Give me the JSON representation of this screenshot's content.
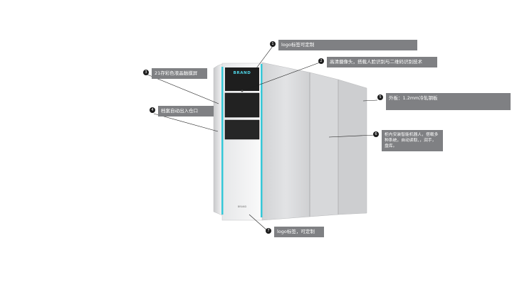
{
  "product": {
    "brand_text": "BRAND",
    "small_logo_text": "BRAND"
  },
  "colors": {
    "accent_glow": "#35c8d8",
    "label_bg": "#7f8083",
    "number_bg": "#1c1c1c",
    "panel_dark": "#1e1e1e"
  },
  "callouts": [
    {
      "num": "1",
      "text": "logo标签可定制"
    },
    {
      "num": "2",
      "text": "高清摄像头，搭载人脸识别与二维码识别技术"
    },
    {
      "num": "3",
      "text": "21存彩色液晶触摸屏"
    },
    {
      "num": "4",
      "text": "档案自动出入仓口"
    },
    {
      "num": "5",
      "text": "外板：1.2mm冷轧钢板"
    },
    {
      "num": "6",
      "text": "柜内安装智能机器人，搭载多种系统，自动读取、，润手，盘库。"
    },
    {
      "num": "7",
      "text": "logo标签，可定制"
    }
  ]
}
